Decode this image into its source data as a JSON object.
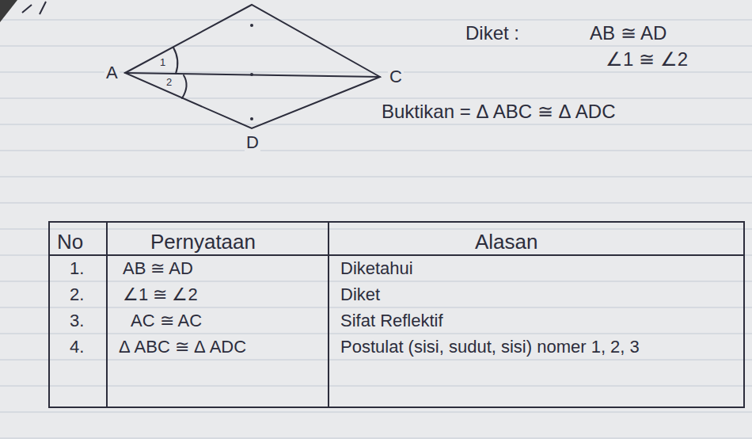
{
  "diagram": {
    "labels": [
      "A",
      "1",
      "2",
      "C",
      "D",
      "Diket :",
      "AB ≅ AD",
      "∠1 ≅ ∠2",
      "Buktikan = Δ ABC ≅ Δ ADC",
      "No",
      "Pernyataan",
      "Alasan",
      "1.",
      "AB ≅ AD",
      "Diketahui",
      "2.",
      "∠1 ≅ ∠2",
      "Diket",
      "3.",
      "AC ≅ AC",
      "Sifat Reflektif",
      "4.",
      "Δ ABC ≅ Δ ADC",
      "Postulat (sisi, sudut, sisi) nomer 1, 2, 3"
    ]
  }
}
